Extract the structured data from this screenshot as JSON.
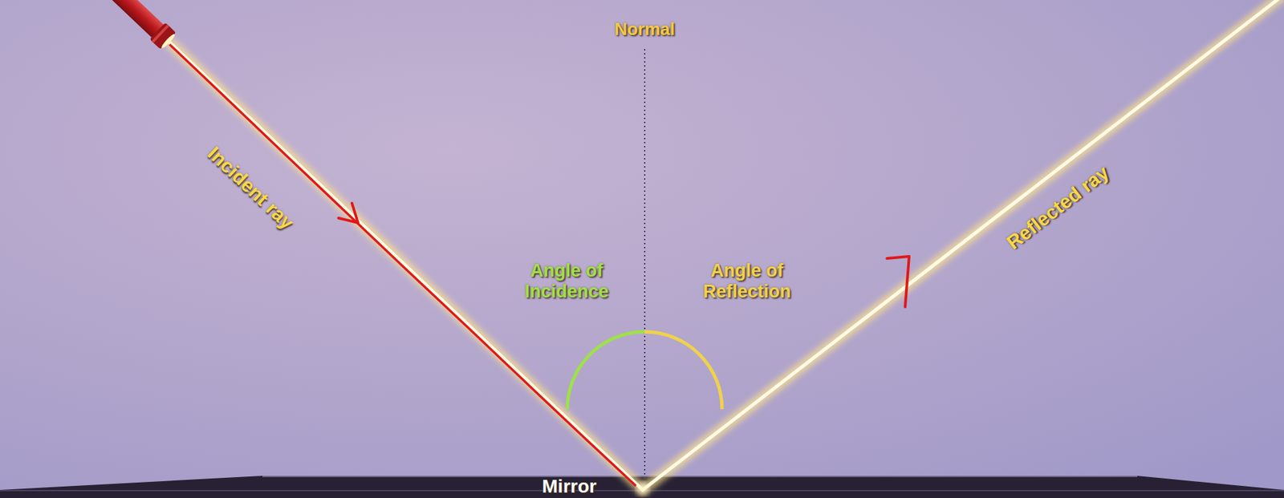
{
  "diagram": {
    "labels": [
      "Normal",
      "Incident ray",
      "Angle of Incidence",
      "Angle of Reflection",
      "Reflected ray",
      "Mirror"
    ]
  }
}
